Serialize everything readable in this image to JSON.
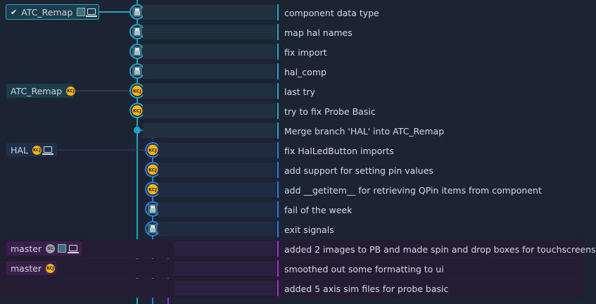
{
  "colors": {
    "background": "#1c2433",
    "ref_atc": "#1d3c4c",
    "ref_hal": "#1d2f4b",
    "ref_master": "#3a1f4a",
    "lane_atc": "#1fa3c6",
    "lane_hal": "#2b7de0",
    "lane_master": "#a030d0",
    "avatar_yellow": "#f2b51e"
  },
  "refs": [
    {
      "id": "atc_head",
      "label": "ATC_Remap",
      "checked": true,
      "icons": [
        "pixel-avatar-icon",
        "laptop-icon"
      ],
      "row": 0,
      "lane": "atc"
    },
    {
      "id": "atc_remote",
      "label": "ATC_Remap",
      "checked": false,
      "icons": [
        "kcj-avatar-icon"
      ],
      "row": 4,
      "lane": "atc"
    },
    {
      "id": "hal",
      "label": "HAL",
      "checked": false,
      "icons": [
        "kcj-avatar-icon",
        "laptop-icon"
      ],
      "row": 7,
      "lane": "hal"
    },
    {
      "id": "master_local",
      "label": "master",
      "checked": false,
      "icons": [
        "grey-avatar-icon",
        "pixel-avatar-icon",
        "laptop-icon"
      ],
      "row": 12,
      "lane": "master"
    },
    {
      "id": "master_remote",
      "label": "master",
      "checked": false,
      "icons": [
        "kcj-avatar-icon"
      ],
      "row": 13,
      "lane": "master"
    }
  ],
  "commits": [
    {
      "message": "component data type",
      "lane": "atc",
      "avatar": "pixel"
    },
    {
      "message": "map hal names",
      "lane": "atc",
      "avatar": "pixel"
    },
    {
      "message": "fix import",
      "lane": "atc",
      "avatar": "pixel"
    },
    {
      "message": "hal_comp",
      "lane": "atc",
      "avatar": "pixel"
    },
    {
      "message": "last try",
      "lane": "atc",
      "avatar": "kcj"
    },
    {
      "message": "try to fix Probe Basic",
      "lane": "atc",
      "avatar": "kcj"
    },
    {
      "message": "Merge branch 'HAL' into ATC_Remap",
      "lane": "atc",
      "avatar": "merge"
    },
    {
      "message": "fix HalLedButton imports",
      "lane": "hal",
      "avatar": "kcj"
    },
    {
      "message": "add support for setting pin values",
      "lane": "hal",
      "avatar": "kcj"
    },
    {
      "message": "add __getitem__ for retrieving QPin items from component",
      "lane": "hal",
      "avatar": "kcj"
    },
    {
      "message": "fail of the week",
      "lane": "hal",
      "avatar": "pixel"
    },
    {
      "message": "exit signals",
      "lane": "hal",
      "avatar": "pixel"
    },
    {
      "message": "added 2 images to PB and made spin and drop boxes for touchscreens",
      "lane": "master",
      "avatar": "green"
    },
    {
      "message": "smoothed out some formatting to ui",
      "lane": "master",
      "avatar": "green"
    },
    {
      "message": "added 5 axis sim files for probe basic",
      "lane": "master",
      "avatar": "green"
    }
  ]
}
